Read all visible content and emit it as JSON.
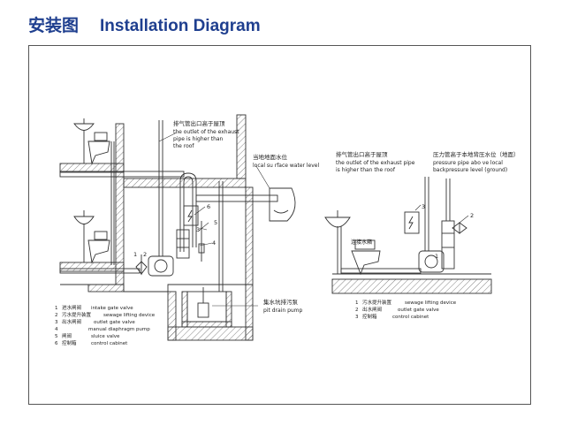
{
  "header": {
    "title_cn": "安装图",
    "title_en": "Installation Diagram"
  },
  "left_diagram": {
    "callouts": {
      "exhaust_cn": "排气管出口高于屋顶",
      "exhaust_en_1": "the outlet  of the exhaust",
      "exhaust_en_2": "pipe is higher than",
      "exhaust_en_3": "the  roof",
      "level_cn": "当地地面水位",
      "level_en": "local su rface water level",
      "pit_cn": "集水坑排污泵",
      "pit_en": "pit drain pump"
    },
    "markers": [
      "1",
      "2",
      "3",
      "4",
      "5",
      "6"
    ],
    "legend": [
      {
        "num": "1",
        "cn": "进水闸阀",
        "en": "intake gate valve"
      },
      {
        "num": "2",
        "cn": "污水提升装置",
        "en": "sewage lifting device"
      },
      {
        "num": "3",
        "cn": "出水闸阀",
        "en": "outlet gate valve"
      },
      {
        "num": "4",
        "cn": "",
        "en": "manual diaphragm pump"
      },
      {
        "num": "5",
        "cn": "闸阀",
        "en": "sluice valve"
      },
      {
        "num": "6",
        "cn": "控制箱",
        "en": "control cabinet"
      }
    ]
  },
  "right_diagram": {
    "callouts": {
      "exhaust_cn": "排气管出口高于屋顶",
      "exhaust_en_1": "the outlet  of the exhaust pipe",
      "exhaust_en_2": "is higher than the   roof",
      "pressure_cn": "压力管高于本地背压水位（地面）",
      "pressure_en_1": "pressure pipe abo ve local",
      "pressure_en_2": "backpressure level (ground)",
      "toilet_cn": "连接水箱"
    },
    "markers": [
      "1",
      "2",
      "3"
    ],
    "legend": [
      {
        "num": "1",
        "cn": "污水提升装置",
        "en": "sewage lifting device"
      },
      {
        "num": "2",
        "cn": "出水闸阀",
        "en": "outlet gate valve"
      },
      {
        "num": "3",
        "cn": "控制箱",
        "en": "control cabinet"
      }
    ]
  }
}
